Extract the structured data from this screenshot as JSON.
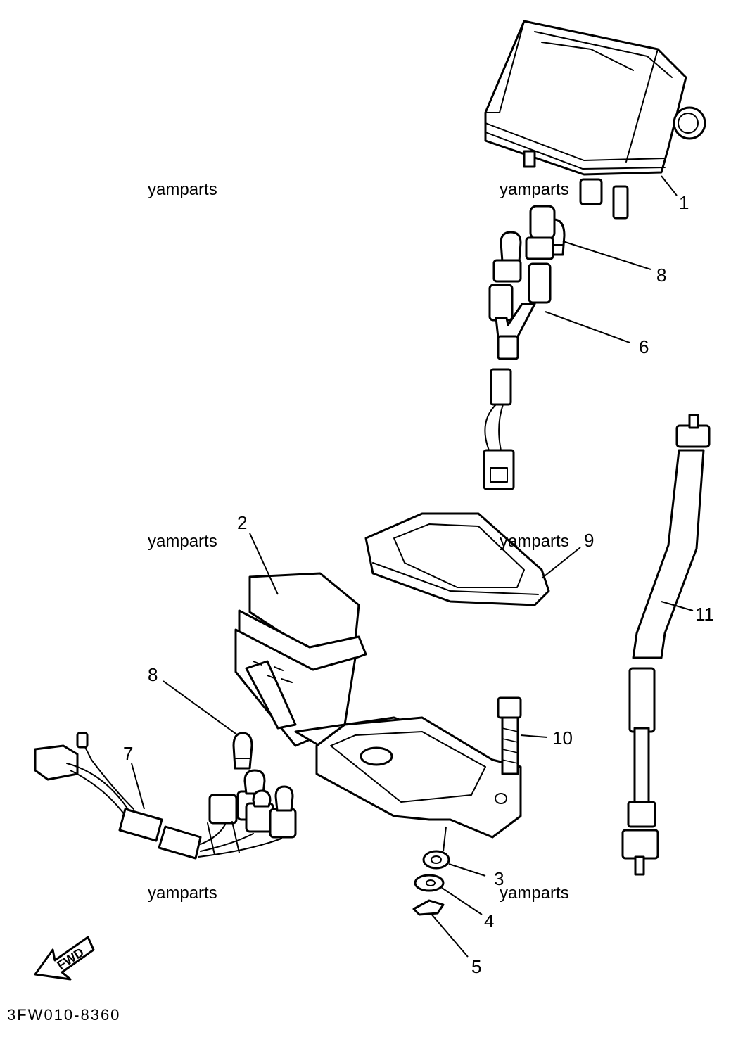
{
  "watermark": "yamparts",
  "callouts": {
    "c1": "1",
    "c2": "2",
    "c3": "3",
    "c4": "4",
    "c5": "5",
    "c6": "6",
    "c7": "7",
    "c8_top": "8",
    "c8_bottom": "8",
    "c9": "9",
    "c10": "10",
    "c11": "11"
  },
  "direction_label": "FWD",
  "diagram_code": "3FW010-8360"
}
